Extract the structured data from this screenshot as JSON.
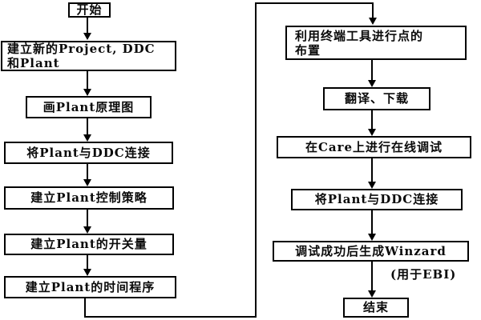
{
  "page": {
    "background_color": "#ffffff",
    "line_color": "#000000",
    "text_color": "#0a0a0a"
  },
  "flowchart": {
    "left": [
      {
        "id": "start",
        "label": "开始"
      },
      {
        "id": "create-project",
        "line1": "建立新的Project, DDC",
        "line2": "和Plant"
      },
      {
        "id": "draw-plant",
        "label": "画Plant原理图"
      },
      {
        "id": "connect-plant-ddc",
        "label": "将Plant与DDC连接"
      },
      {
        "id": "control-strategy",
        "label": "建立Plant控制策略"
      },
      {
        "id": "switch-quantity",
        "label": "建立Plant的开关量"
      },
      {
        "id": "time-program",
        "label": "建立Plant的时间程序"
      }
    ],
    "right": [
      {
        "id": "terminal-layout",
        "line1": "利用终端工具进行点的",
        "line2": "布置"
      },
      {
        "id": "translate-download",
        "label": "翻译、下载"
      },
      {
        "id": "online-debug",
        "label": "在Care上进行在线调试"
      },
      {
        "id": "connect-plant-ddc-2",
        "label": "将Plant与DDC连接"
      },
      {
        "id": "generate-winzard",
        "label": "调试成功后生成Winzard"
      },
      {
        "id": "winzard-note",
        "label": "(用于EBI)"
      },
      {
        "id": "end",
        "label": "结束"
      }
    ]
  }
}
